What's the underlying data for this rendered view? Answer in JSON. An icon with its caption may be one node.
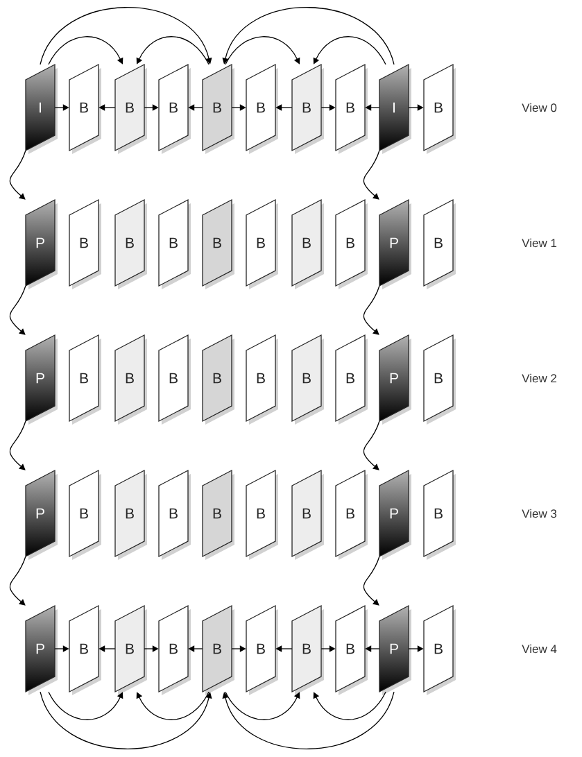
{
  "diagram": {
    "nodes": [
      {
        "text": [
          "I"
        ]
      },
      {
        "text": [
          "B"
        ]
      },
      {
        "text": [
          "B"
        ]
      },
      {
        "text": [
          "B"
        ]
      },
      {
        "text": [
          "B"
        ]
      },
      {
        "text": [
          "B"
        ]
      },
      {
        "text": [
          "B"
        ]
      },
      {
        "text": [
          "B"
        ]
      },
      {
        "text": [
          "I"
        ]
      },
      {
        "text": [
          "B"
        ]
      },
      {
        "text": [
          "P"
        ]
      },
      {
        "text": [
          "B"
        ]
      },
      {
        "text": [
          "B"
        ]
      },
      {
        "text": [
          "B"
        ]
      },
      {
        "text": [
          "B"
        ]
      },
      {
        "text": [
          "B"
        ]
      },
      {
        "text": [
          "B"
        ]
      },
      {
        "text": [
          "B"
        ]
      },
      {
        "text": [
          "P"
        ]
      },
      {
        "text": [
          "B"
        ]
      },
      {
        "text": [
          "P"
        ]
      },
      {
        "text": [
          "B"
        ]
      },
      {
        "text": [
          "B"
        ]
      },
      {
        "text": [
          "B"
        ]
      },
      {
        "text": [
          "B"
        ]
      },
      {
        "text": [
          "B"
        ]
      },
      {
        "text": [
          "B"
        ]
      },
      {
        "text": [
          "B"
        ]
      },
      {
        "text": [
          "P"
        ]
      },
      {
        "text": [
          "B"
        ]
      },
      {
        "text": [
          "P"
        ]
      },
      {
        "text": [
          "B"
        ]
      },
      {
        "text": [
          "B"
        ]
      },
      {
        "text": [
          "B"
        ]
      },
      {
        "text": [
          "B"
        ]
      },
      {
        "text": [
          "B"
        ]
      },
      {
        "text": [
          "B"
        ]
      },
      {
        "text": [
          "B"
        ]
      },
      {
        "text": [
          "P"
        ]
      },
      {
        "text": [
          "B"
        ]
      },
      {
        "text": [
          "P"
        ]
      },
      {
        "text": [
          "B"
        ]
      },
      {
        "text": [
          "B"
        ]
      },
      {
        "text": [
          "B"
        ]
      },
      {
        "text": [
          "B"
        ]
      },
      {
        "text": [
          "B"
        ]
      },
      {
        "text": [
          "B"
        ]
      },
      {
        "text": [
          "B"
        ]
      },
      {
        "text": [
          "P"
        ]
      },
      {
        "text": [
          "B"
        ]
      }
    ],
    "edges": [
      {
        "from": 0,
        "to": 1,
        "arrow": "to"
      },
      {
        "from": 2,
        "to": 1,
        "arrow": "to"
      },
      {
        "from": 2,
        "to": 3,
        "arrow": "to"
      },
      {
        "from": 4,
        "to": 3,
        "arrow": "to"
      },
      {
        "from": 4,
        "to": 5,
        "arrow": "to"
      },
      {
        "from": 6,
        "to": 5,
        "arrow": "to"
      },
      {
        "from": 6,
        "to": 7,
        "arrow": "to"
      },
      {
        "from": 8,
        "to": 7,
        "arrow": "to"
      },
      {
        "from": 8,
        "to": 9,
        "arrow": "to"
      },
      {
        "from": 0,
        "to": 4,
        "arrow": "to"
      },
      {
        "from": 0,
        "to": 2,
        "arrow": "to"
      },
      {
        "from": 4,
        "to": 2,
        "arrow": "to"
      },
      {
        "from": 8,
        "to": 4,
        "arrow": "to"
      },
      {
        "from": 4,
        "to": 6,
        "arrow": "to"
      },
      {
        "from": 8,
        "to": 6,
        "arrow": "to"
      },
      {
        "from": 0,
        "to": 10,
        "arrow": "to"
      },
      {
        "from": 10,
        "to": 20,
        "arrow": "to"
      },
      {
        "from": 20,
        "to": 30,
        "arrow": "to"
      },
      {
        "from": 30,
        "to": 40,
        "arrow": "to"
      },
      {
        "from": 8,
        "to": 18,
        "arrow": "to"
      },
      {
        "from": 18,
        "to": 28,
        "arrow": "to"
      },
      {
        "from": 28,
        "to": 38,
        "arrow": "to"
      },
      {
        "from": 38,
        "to": 48,
        "arrow": "to"
      },
      {
        "from": 40,
        "to": 41,
        "arrow": "to"
      },
      {
        "from": 42,
        "to": 41,
        "arrow": "to"
      },
      {
        "from": 42,
        "to": 43,
        "arrow": "to"
      },
      {
        "from": 44,
        "to": 43,
        "arrow": "to"
      },
      {
        "from": 44,
        "to": 45,
        "arrow": "to"
      },
      {
        "from": 46,
        "to": 45,
        "arrow": "to"
      },
      {
        "from": 46,
        "to": 47,
        "arrow": "to"
      },
      {
        "from": 48,
        "to": 47,
        "arrow": "to"
      },
      {
        "from": 48,
        "to": 49,
        "arrow": "to"
      },
      {
        "from": 40,
        "to": 44,
        "arrow": "to"
      },
      {
        "from": 40,
        "to": 42,
        "arrow": "to"
      },
      {
        "from": 44,
        "to": 42,
        "arrow": "to"
      },
      {
        "from": 48,
        "to": 44,
        "arrow": "to"
      },
      {
        "from": 44,
        "to": 46,
        "arrow": "to"
      },
      {
        "from": 48,
        "to": 46,
        "arrow": "to"
      }
    ],
    "labels": [
      "View 0",
      "View 1",
      "View 2",
      "View 3",
      "View 4"
    ]
  }
}
